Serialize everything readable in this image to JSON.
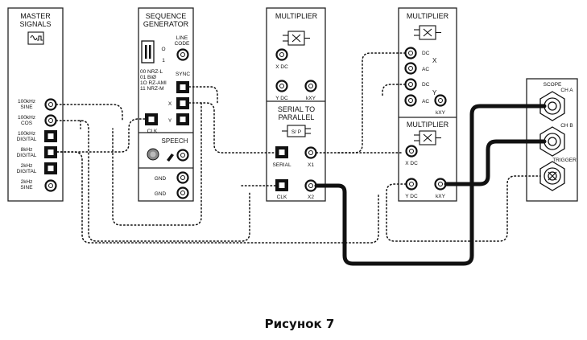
{
  "master": {
    "title": [
      "MASTER",
      "SIGNALS"
    ],
    "outputs": [
      {
        "l1": "100kHz",
        "l2": "SINE"
      },
      {
        "l1": "100kHz",
        "l2": "COS"
      },
      {
        "l1": "100kHz",
        "l2": "DIGITAL"
      },
      {
        "l1": "8kHz",
        "l2": "DIGITAL"
      },
      {
        "l1": "2kHz",
        "l2": "DIGITAL"
      },
      {
        "l1": "2kHz",
        "l2": "SINE"
      }
    ]
  },
  "seqgen": {
    "title": [
      "SEQUENCE",
      "GENERATOR"
    ],
    "line_code": [
      "LINE",
      "CODE"
    ],
    "switch_o": "O",
    "switch_1": "1",
    "codes": [
      "00 NRZ-L",
      "01 BiØ",
      "1O RZ-AMI",
      "11 NRZ-M"
    ],
    "sync": "SYNC",
    "x": "X",
    "y": "Y",
    "clk": "CLK",
    "speech": "SPEECH",
    "gnd1": "GND",
    "gnd2": "GND"
  },
  "mult1": {
    "title": "MULTIPLIER",
    "xdc": "X DC",
    "ydc": "Y DC",
    "kxy": "kXY"
  },
  "s2p": {
    "title": [
      "SERIAL TO",
      "PARALLEL"
    ],
    "block": "S/ P",
    "serial": "SERIAL",
    "x1": "X1",
    "clk": "CLK",
    "x2": "X2"
  },
  "mult2": {
    "title": "MULTIPLIER",
    "dc1": "DC",
    "ac1": "AC",
    "x": "X",
    "dc2": "DC",
    "ac2": "AC",
    "y": "Y",
    "kxy": "kXY"
  },
  "mult3": {
    "title": "MULTIPLIER",
    "xdc": "X DC",
    "ydc": "Y DC",
    "kxy": "kXY"
  },
  "scope": {
    "title": "SCOPE",
    "cha": "CH A",
    "chb": "CH B",
    "trigger": "TRIGGER"
  },
  "caption": "Рисунок 7"
}
